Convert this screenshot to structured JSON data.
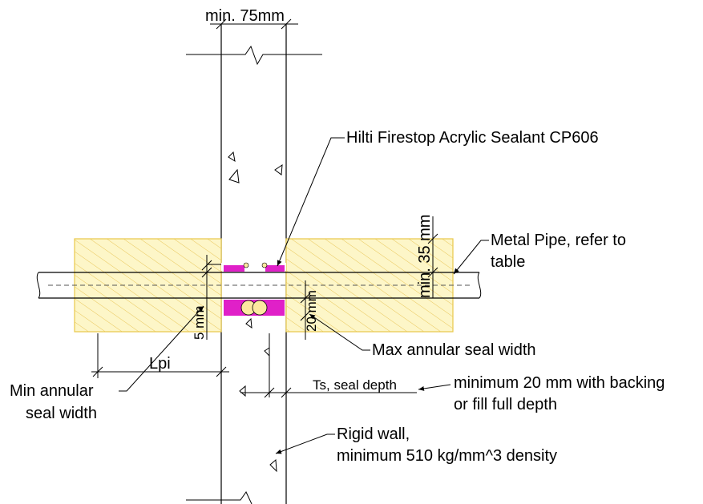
{
  "labels": {
    "wall_thickness": "min. 75mm",
    "sealant": "Hilti Firestop Acrylic Sealant CP606",
    "pipe_line1": "Metal Pipe, refer to",
    "pipe_line2": "table",
    "insulation_min": "min. 35 mm",
    "seal_width_5": "5 mm",
    "seal_width_20": "20 mm",
    "max_annular": "Max annular seal width",
    "lpi": "Lpi",
    "min_annular_line1": "Min annular",
    "min_annular_line2": "seal width",
    "ts": "Ts, seal depth",
    "depth_line1": "minimum 20 mm with backing",
    "depth_line2": "or fill full depth",
    "wall_line1": "Rigid wall,",
    "wall_line2": "minimum 510 kg/mm^3 density"
  },
  "colors": {
    "insulation_fill": "#fdf6c8",
    "insulation_outline": "#e8c84a",
    "insulation_hatch": "#e9c65a",
    "sealant": "#e020c8",
    "backing_rod": "#fde9a0",
    "wall_outline": "#000000"
  }
}
